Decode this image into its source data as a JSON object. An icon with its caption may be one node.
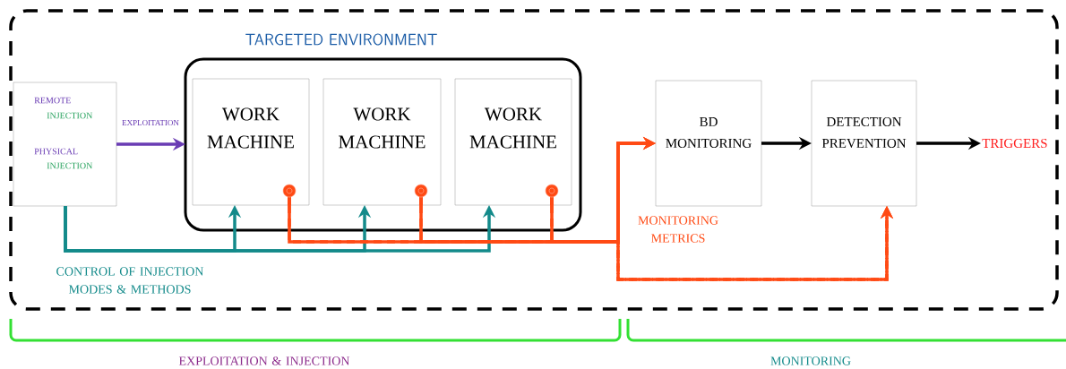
{
  "diagram": {
    "nodes": [
      {
        "text": [],
        "shape": "box"
      },
      {
        "text": [
          "REMOTE",
          "INJECTION",
          "PHYSICAL",
          "INJECTION"
        ],
        "in": 0
      },
      {
        "text": [
          "TARGETED ENVIRONMENT"
        ],
        "in": 0
      },
      {
        "text": [
          "WORK MACHINE"
        ],
        "in": 2
      },
      {
        "text": [
          "WORK MACHINE"
        ],
        "in": 2
      },
      {
        "text": [
          "WORK MACHINE"
        ],
        "in": 2
      },
      {
        "text": [
          "BD MONITORING"
        ],
        "in": 0
      },
      {
        "text": [
          "DETECTION PREVENTION"
        ],
        "in": 0
      },
      {
        "text": [
          "TRIGGERS"
        ],
        "in": 0
      }
    ],
    "edges": [
      {
        "from": 1,
        "to": 2,
        "arrow": "to",
        "label": "EXPLOITATION",
        "color": "#6a3cb4"
      },
      {
        "from": 1,
        "to": 3,
        "arrow": "to",
        "color": "#138a8a"
      },
      {
        "from": 1,
        "to": 4,
        "arrow": "to",
        "color": "#138a8a"
      },
      {
        "from": 1,
        "to": 5,
        "arrow": "to",
        "color": "#138a8a"
      },
      {
        "from": 3,
        "to": 6,
        "arrow": "to",
        "color": "#ff4a14"
      },
      {
        "from": 4,
        "to": 6,
        "arrow": "to",
        "color": "#ff4a14"
      },
      {
        "from": 5,
        "to": 6,
        "arrow": "to",
        "color": "#ff4a14"
      },
      {
        "from": 3,
        "to": 7,
        "arrow": "to",
        "style": "dashed",
        "color": "#ff4a14"
      },
      {
        "from": 4,
        "to": 7,
        "arrow": "to",
        "style": "dashed",
        "color": "#ff4a14"
      },
      {
        "from": 5,
        "to": 7,
        "arrow": "to",
        "style": "dashed",
        "color": "#ff4a14"
      },
      {
        "from": 6,
        "to": 7,
        "arrow": "to",
        "color": "#000000"
      },
      {
        "from": 7,
        "to": 8,
        "arrow": "to",
        "color": "#000000"
      }
    ],
    "labels": [
      "CONTROL OF INJECTION MODES & METHODS",
      "MONITORING METRICS",
      "EXPLOITATION & INJECTION",
      "MONITORING"
    ]
  }
}
